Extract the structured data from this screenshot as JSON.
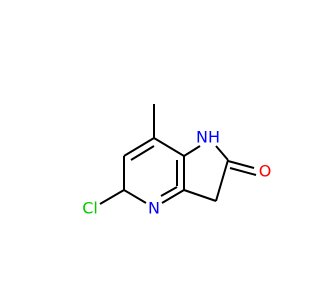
{
  "molecule": {
    "atoms": {
      "nh": "NH",
      "n": "N",
      "o": "O",
      "cl": "Cl"
    },
    "colors": {
      "bond": "#000000",
      "nitrogen": "#0000ff",
      "oxygen": "#ff0000",
      "chlorine": "#00cc00"
    }
  }
}
